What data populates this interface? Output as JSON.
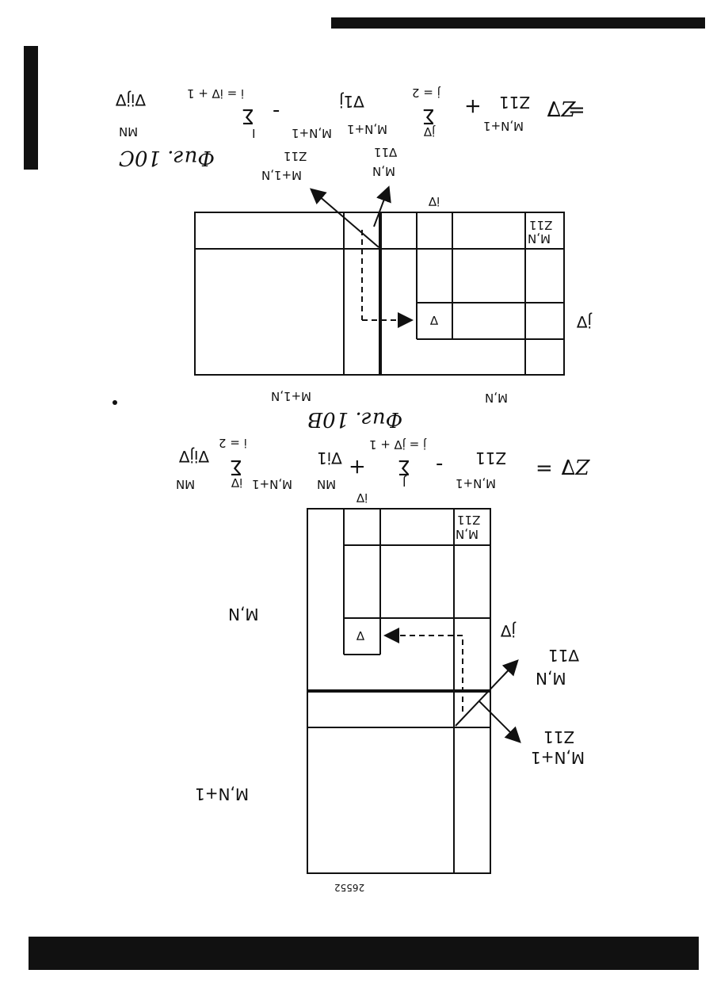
{
  "page_number": "26552",
  "fig_c": {
    "caption": "Фиг. 10C",
    "equation_lhs": "Z∇",
    "equals": "=",
    "plus": "+",
    "minus": "-",
    "z11": "Z11",
    "z11_sup": "M,N+1",
    "sum1_sym": "Σ",
    "sum1_top": "j∇",
    "sum1_bottom": "j = 2",
    "delta_1j": "∇1j",
    "delta_1j_sup": "M,N+1",
    "sum2_sym": "Σ",
    "sum2_top": "I",
    "sum2_bottom": "i = i∇ + 1",
    "delta_ij": "∇ij∇",
    "delta_ij_sup": "MN",
    "extra_sup": "M,N+1",
    "arrow_label_top": "Z11",
    "arrow_label_top_sup": "M+1,N",
    "arrow_label_bottom": "∇11",
    "arrow_label_bottom_sup": "M,N",
    "col_label": "i∇",
    "cell_label": "Z11",
    "cell_label_sup": "M,N",
    "row_label": "j∇",
    "delta_cell": "∇",
    "bottom_left_label": "M+1,N",
    "bottom_right_label": "M,N"
  },
  "fig_b": {
    "caption": "Фиг. 10B",
    "equation_lhs": "Z∇",
    "equals": "=",
    "plus": "+",
    "minus": "-",
    "z11": "Z11",
    "z11_sup": "M,N+1",
    "sum1_sym": "Σ",
    "sum1_top": "J",
    "sum1_bottom": "j = j∇ + 1",
    "delta_i1": "∇i1",
    "delta_i1_sup": "MN",
    "sum2_sym": "Σ",
    "sum2_top": "i∇",
    "sum2_bottom": "i = 2",
    "delta_ij": "∇ij∇",
    "delta_ij_sup": "MN",
    "extra_sup": "M,N+1",
    "col_label": "i∇",
    "cell_label": "Z11",
    "cell_label_sup": "M,N",
    "row_label": "j∇",
    "delta_cell": "∇",
    "mid_label": "M,N",
    "arrow_label_top": "∇11",
    "arrow_label_top_sup": "M,N",
    "arrow_label_bottom": "Z11",
    "arrow_label_bottom_sup": "M,N+1",
    "lower_label": "M,N+1"
  }
}
